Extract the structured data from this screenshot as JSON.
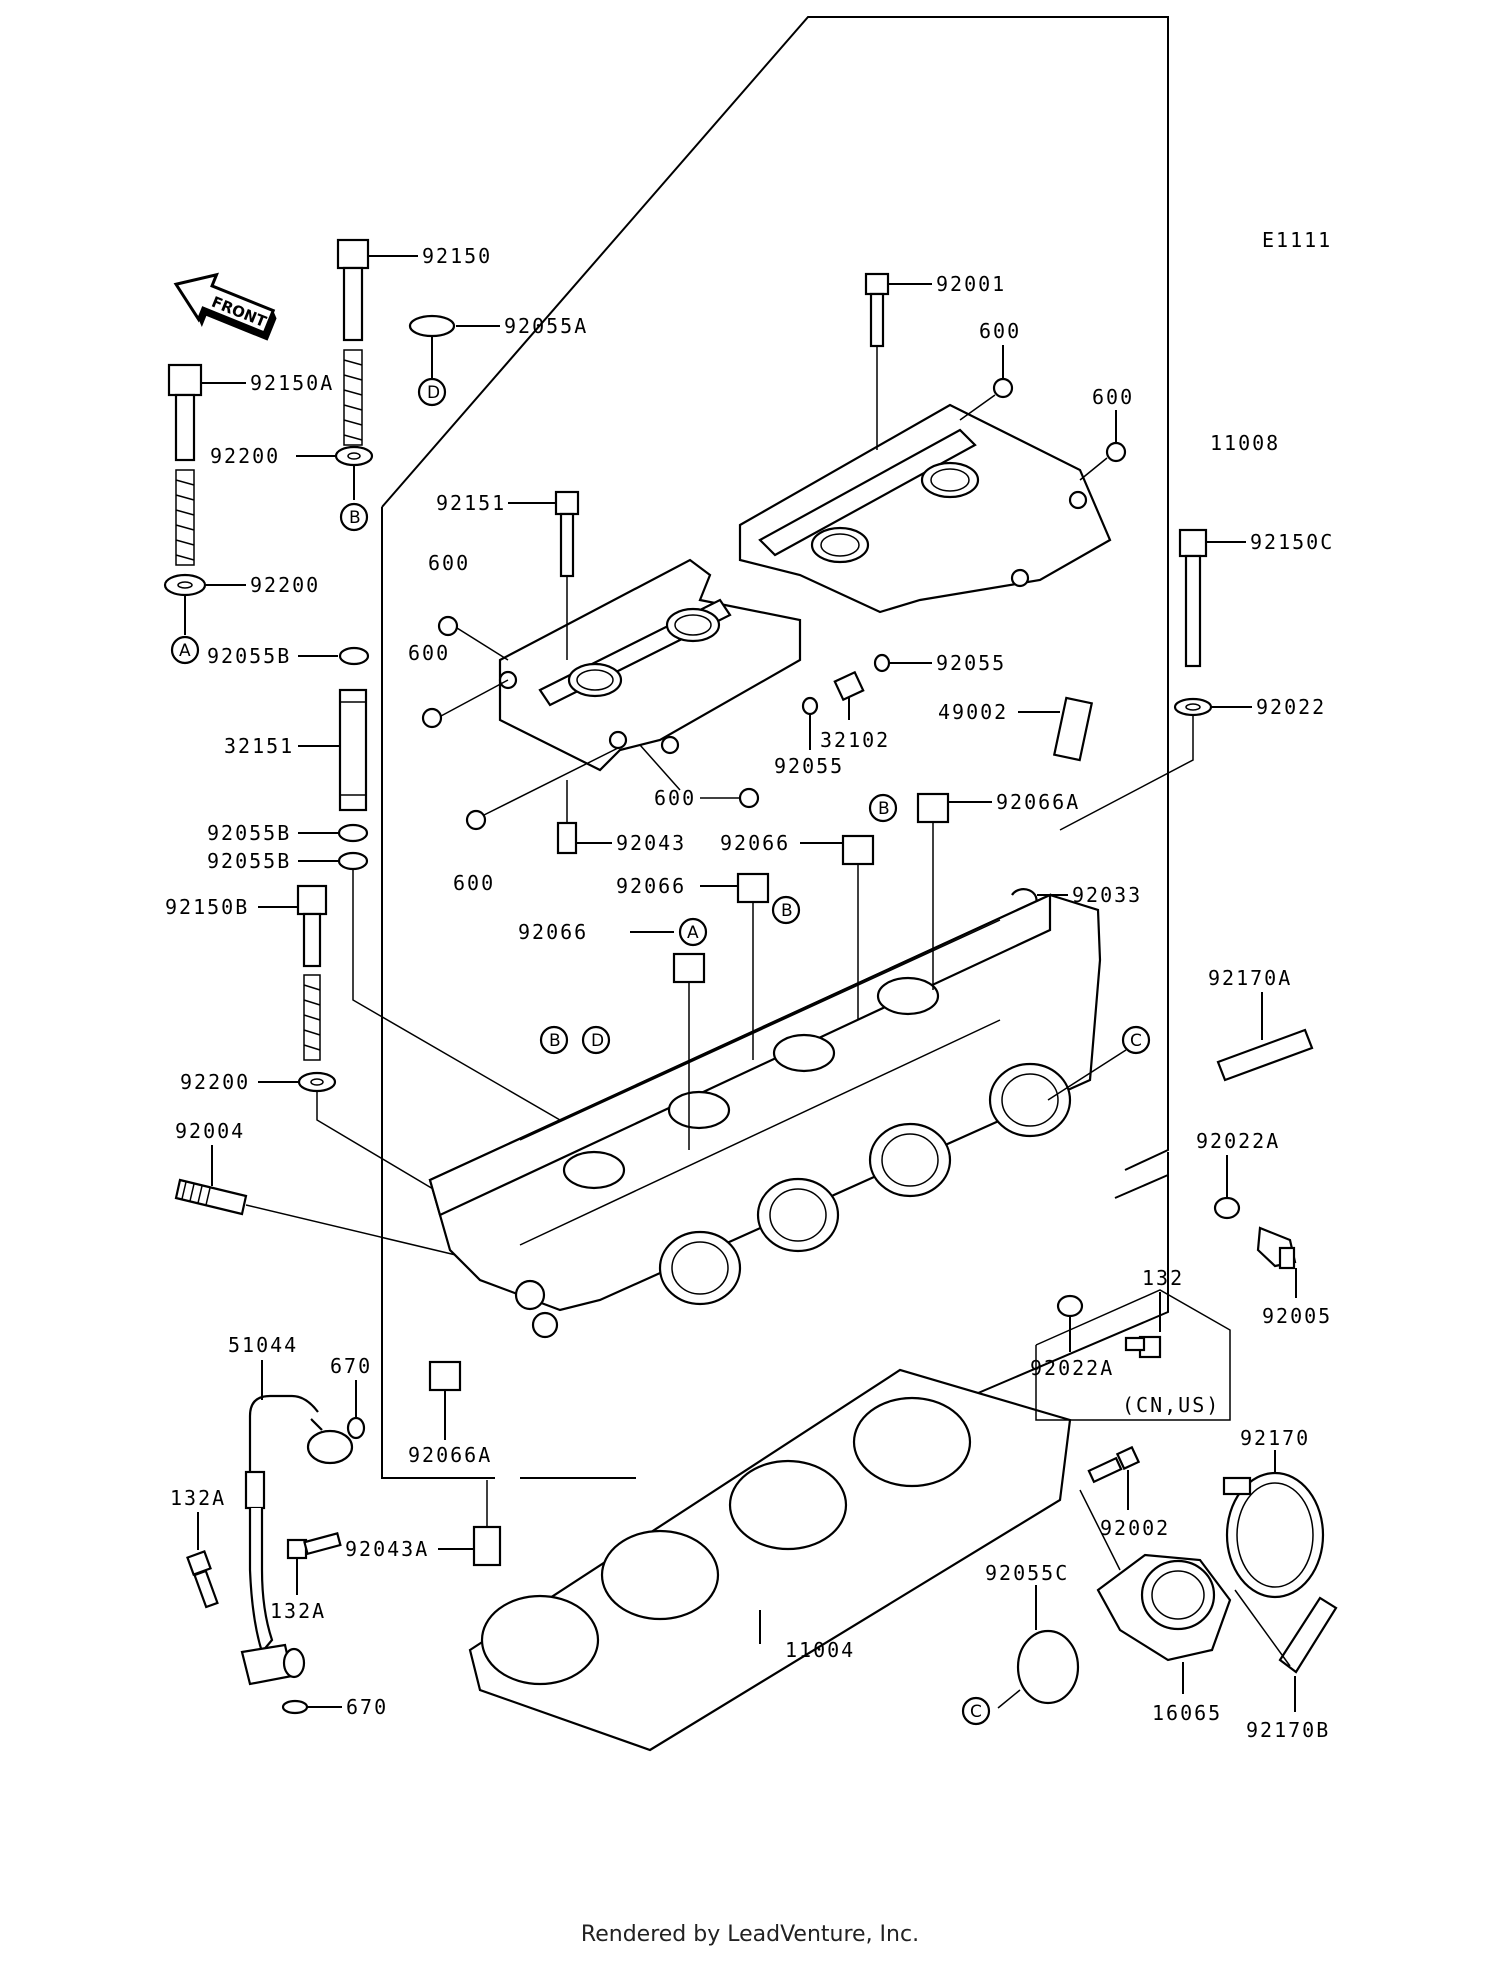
{
  "diagram_code": "E1111",
  "front_label": "FRONT",
  "footer": "Rendered by LeadVenture, Inc.",
  "note_region": "(CN,US)",
  "circle_letters": {
    "a": "A",
    "b": "B",
    "c": "C",
    "d": "D"
  },
  "parts": [
    "92150",
    "92055A",
    "92150A",
    "92200",
    "92200",
    "92055B",
    "32151",
    "92055B",
    "92055B",
    "92150B",
    "92200",
    "92004",
    "51044",
    "670",
    "132A",
    "132A",
    "670",
    "92066A",
    "92043A",
    "11004",
    "92001",
    "600",
    "600",
    "11008",
    "92150C",
    "92151",
    "600",
    "600",
    "92055",
    "32102",
    "92055",
    "49002",
    "92022",
    "600",
    "600",
    "92043",
    "92066",
    "92066",
    "92066",
    "92066A",
    "92033",
    "92170A",
    "92022A",
    "92005",
    "132",
    "92022A",
    "92170",
    "92002",
    "92055C",
    "16065",
    "92170B"
  ]
}
